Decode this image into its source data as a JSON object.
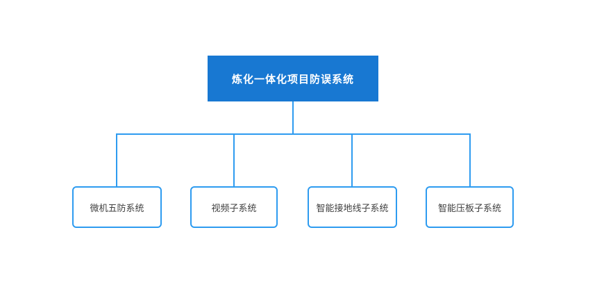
{
  "diagram": {
    "type": "org-chart-tree",
    "root": {
      "label": "炼化一体化项目防误系统"
    },
    "children": [
      {
        "label": "微机五防系统"
      },
      {
        "label": "视频子系统"
      },
      {
        "label": "智能接地线子系统"
      },
      {
        "label": "智能压板子系统"
      }
    ],
    "colors": {
      "root_fill": "#1878d2",
      "root_text": "#ffffff",
      "connector": "#2d9bf0",
      "child_border": "#2d9bf0",
      "child_text": "#404040",
      "background": "#ffffff"
    }
  }
}
